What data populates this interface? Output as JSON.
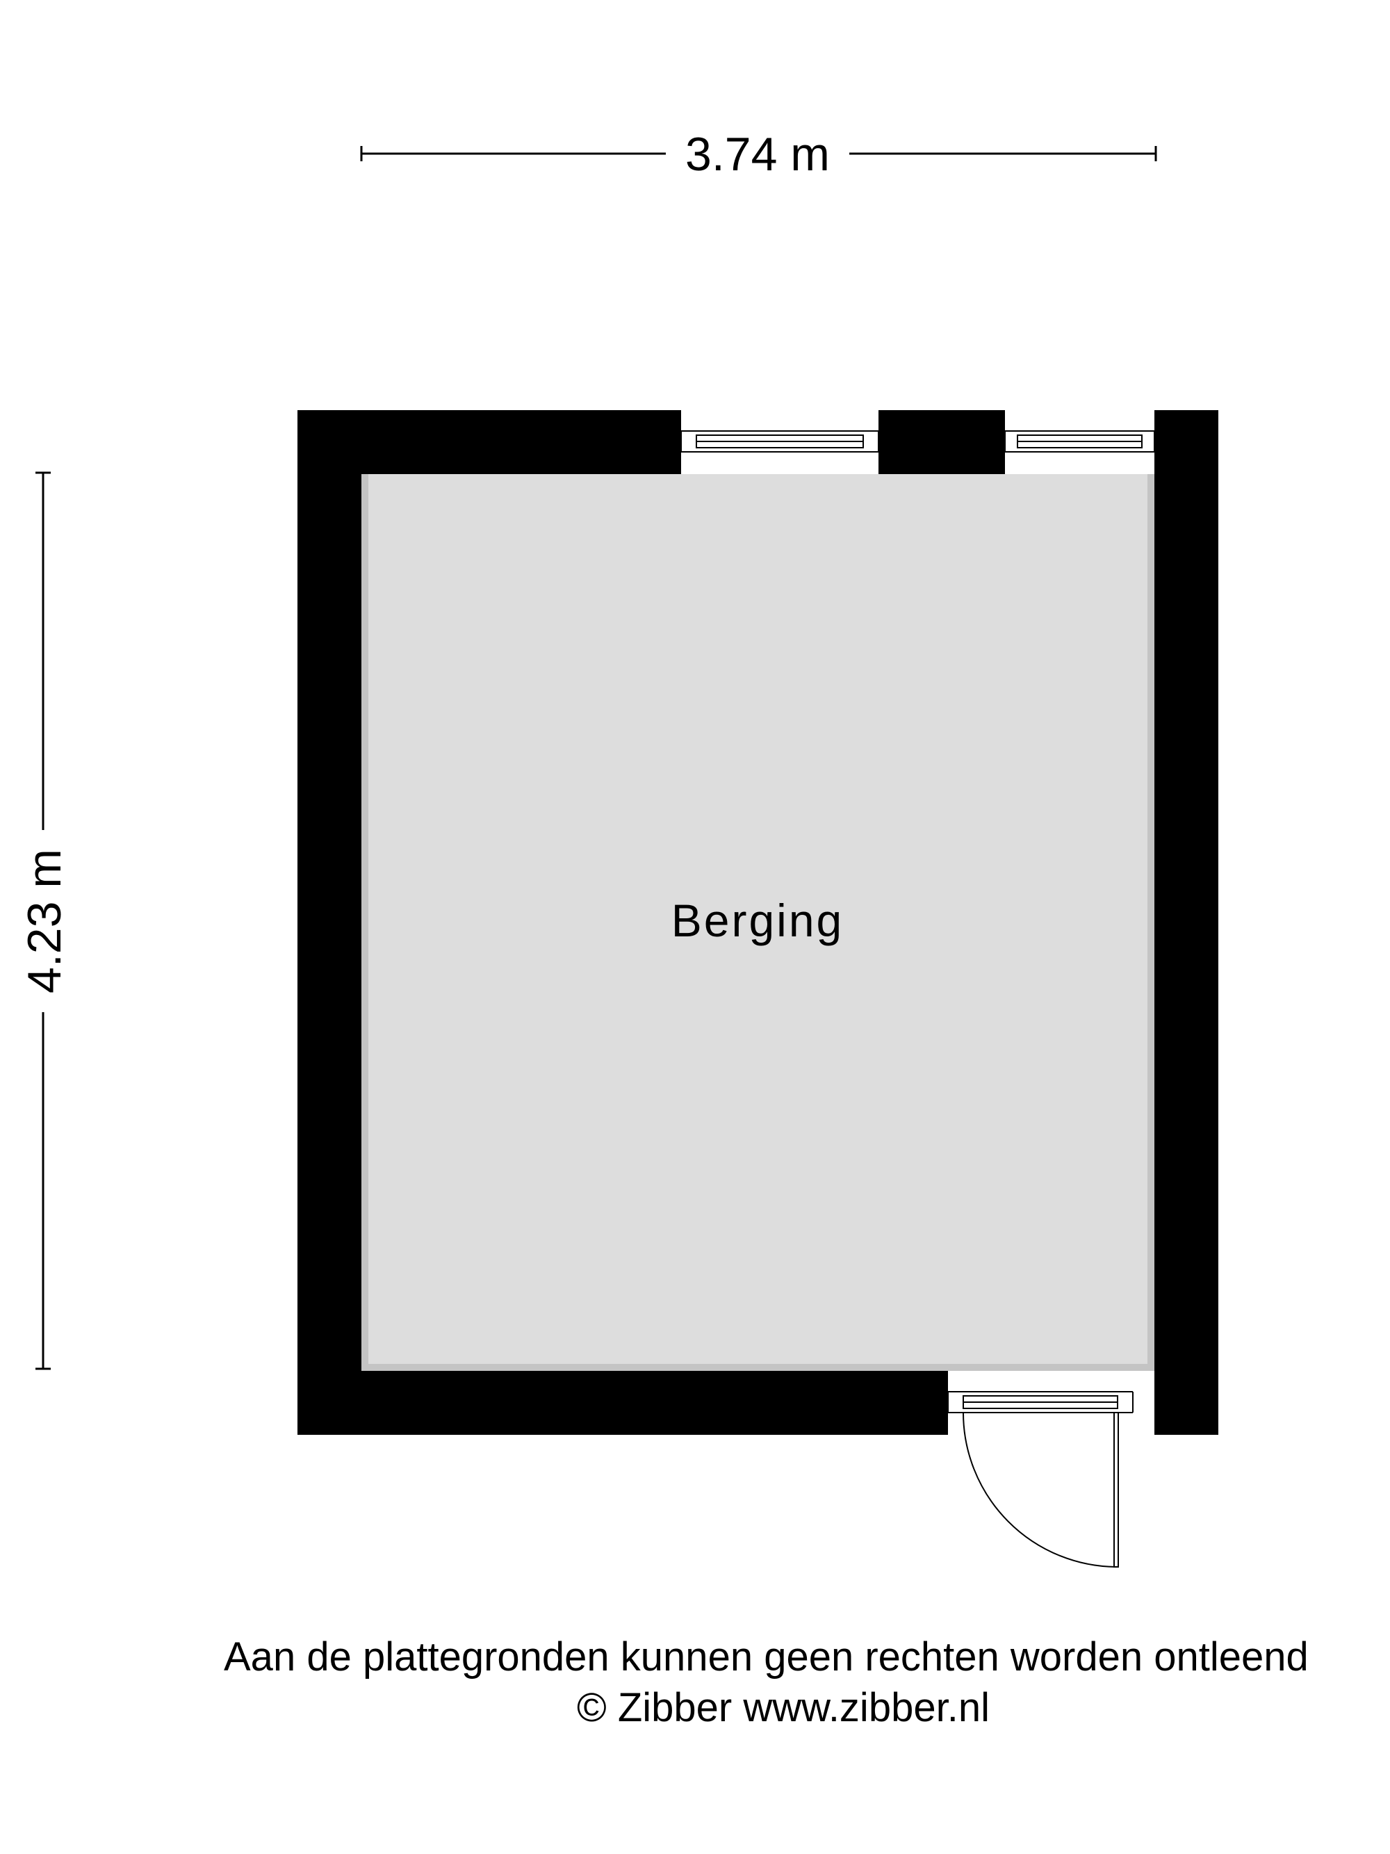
{
  "dimensions": {
    "width_label": "3.74 m",
    "height_label": "4.23 m"
  },
  "rooms": [
    {
      "name": "Berging"
    }
  ],
  "colors": {
    "wall": "#000000",
    "floor": "#dddddd",
    "floor_edge": "#c4c4c4",
    "background": "#ffffff"
  },
  "footer": {
    "disclaimer": "Aan de plattegronden kunnen geen rechten worden ontleend",
    "copyright": "© Zibber www.zibber.nl"
  }
}
